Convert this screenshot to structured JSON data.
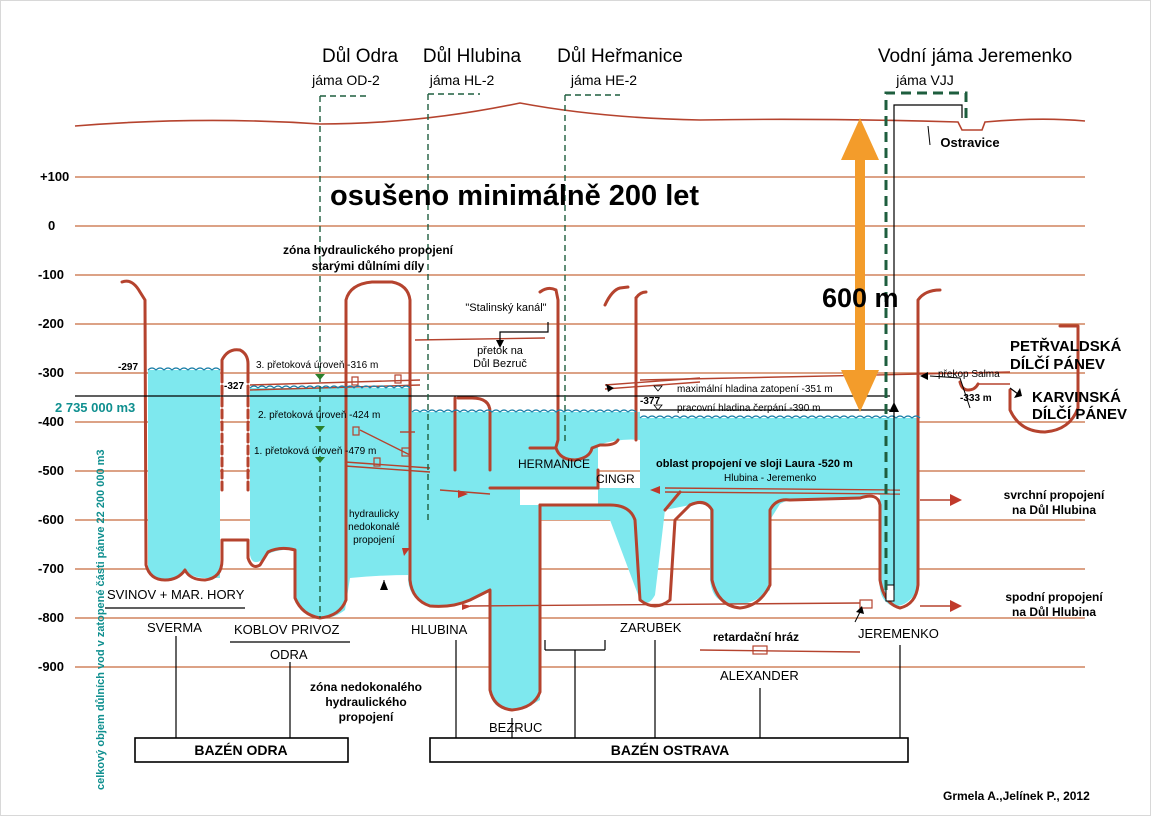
{
  "shafts": {
    "odra": {
      "name": "Důl Odra",
      "shaft": "jáma OD-2"
    },
    "hlubina": {
      "name": "Důl Hlubina",
      "shaft": "jáma HL-2"
    },
    "hermanice": {
      "name": "Důl Heřmanice",
      "shaft": "jáma HE-2"
    },
    "jeremenko": {
      "name": "Vodní  jáma Jeremenko",
      "shaft": "jáma  VJJ"
    }
  },
  "river": "Ostravice",
  "depth_axis": [
    "+100",
    "0",
    "-100",
    "-200",
    "-300",
    "-400",
    "-500",
    "-600",
    "-700",
    "-800",
    "-900"
  ],
  "headline": "osušeno minimálně 200 let",
  "height_label": "600 m",
  "zone_hydraulic": [
    "zóna hydraulického propojení",
    "starými důlními díly"
  ],
  "zone_incomplete": [
    "zóna nedokonalého",
    "hydraulického",
    "propojení"
  ],
  "incomplete_small": [
    "hydraulicky",
    "nedokonalé",
    "propojení"
  ],
  "stalin_canal": "\"Stalinský kanál\"",
  "flow_to": [
    "přetok na",
    "Důl Bezruč"
  ],
  "overflow_levels": [
    "3. přetoková úroveň -316 m",
    "2. přetoková úroveň -424 m",
    "1. přetoková úroveň -479 m"
  ],
  "level_max": "maximální hladina zatopení  -351 m",
  "level_pump": "pracovní hladina čerpání  -390 m",
  "laura": "oblast  propojení ve sloji Laura  -520 m",
  "laura_sub": "Hlubina - Jeremenko",
  "depth_marks": [
    "-297",
    "-327",
    "-377",
    "-333 m"
  ],
  "volume_left": "2 735 000  m3",
  "volume_axis": "celkový objem důlních vod v zatopené části pánve   22 200 000 m3",
  "salma": "překop Salma",
  "petrvald": [
    "PETŘVALDSKÁ",
    "DÍLČÍ  PÁNEV"
  ],
  "karvina": [
    "KARVINSKÁ",
    "DÍLČÍ PÁNEV"
  ],
  "upper_conn": [
    "svrchní propojení",
    "na Důl Hlubina"
  ],
  "lower_conn": [
    "spodní propojení",
    "na Důl Hlubina"
  ],
  "dam": "retardační hráz",
  "mine_labels": {
    "svinov": "SVINOV + MAR. HORY",
    "sverma": "SVERMA",
    "koblov": "KOBLOV  PRIVOZ",
    "odra": "ODRA",
    "hlubina": "HLUBINA",
    "bezruc": "BEZRUC",
    "hermanice": "HERMANICE",
    "cingr": "CINGR",
    "zarubek": "ZARUBEK",
    "alexander": "ALEXANDER",
    "jeremenko": "JEREMENKO"
  },
  "basins": {
    "odra": "BAZÉN ODRA",
    "ostrava": "BAZÉN OSTRAVA"
  },
  "credit": "Grmela A.,Jelínek P., 2012",
  "colors": {
    "water": "#7ee8ee",
    "wall": "#b5432e",
    "arrow": "#f39c2b",
    "volume_text": "#0f8f8f"
  }
}
